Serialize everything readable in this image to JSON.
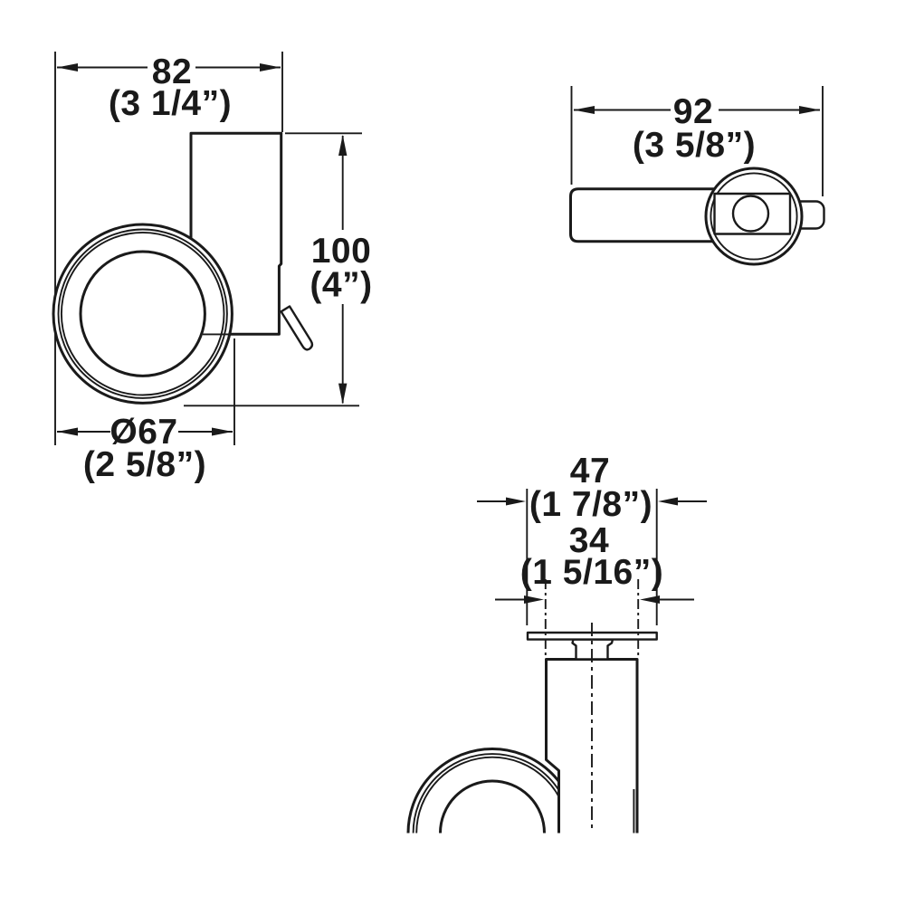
{
  "colors": {
    "line": "#1a1a1a",
    "background": "#ffffff"
  },
  "views": {
    "side": {
      "width": {
        "mm": "82",
        "inch": "(3 1/4”)"
      },
      "height": {
        "mm": "100",
        "inch": "(4”)"
      },
      "wheel_diameter": {
        "mm": "Ø67",
        "inch": "(2 5/8”)"
      }
    },
    "top": {
      "depth": {
        "mm": "92",
        "inch": "(3 5/8”)"
      }
    },
    "front": {
      "plate_width": {
        "mm": "47",
        "inch": "(1 7/8”)"
      },
      "stem_width": {
        "mm": "34",
        "inch": "(1 5/16”)"
      }
    }
  }
}
